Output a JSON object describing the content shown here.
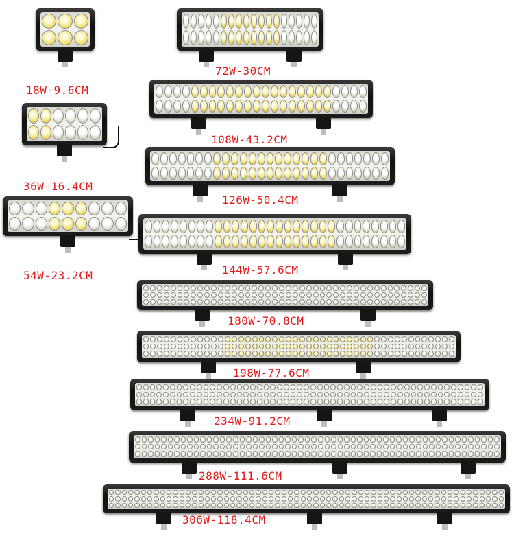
{
  "colors": {
    "label": "#e21c1c",
    "housing": "#111111",
    "lens": "#f2f2ee"
  },
  "light_bars": [
    {
      "label": "18W-9.6CM"
    },
    {
      "label": "36W-16.4CM"
    },
    {
      "label": "54W-23.2CM"
    },
    {
      "label": "72W-30CM"
    },
    {
      "label": "108W-43.2CM"
    },
    {
      "label": "126W-50.4CM"
    },
    {
      "label": "144W-57.6CM"
    },
    {
      "label": "180W-70.8CM"
    },
    {
      "label": "198W-77.6CM"
    },
    {
      "label": "234W-91.2CM"
    },
    {
      "label": "288W-111.6CM"
    },
    {
      "label": "306W-118.4CM"
    }
  ]
}
